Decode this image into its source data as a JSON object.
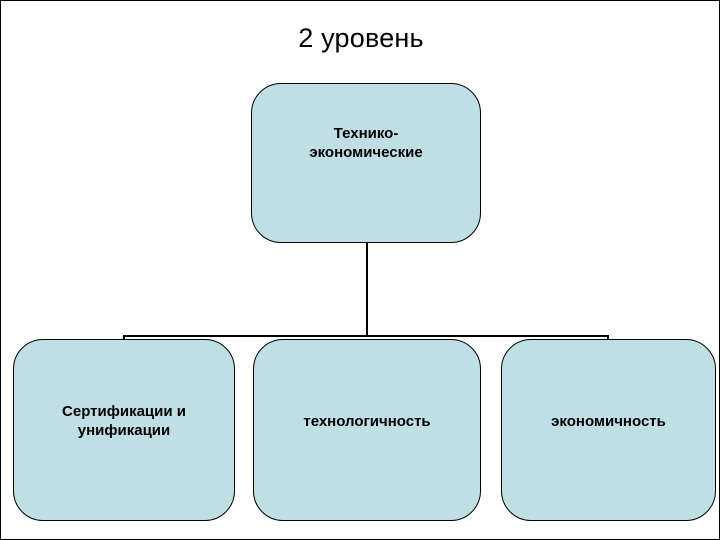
{
  "slide": {
    "title": "2 уровень",
    "background_color": "#ffffff",
    "border_color": "#000000"
  },
  "diagram": {
    "type": "hierarchy",
    "node_fill_color": "#bfdfe4",
    "node_border_color": "#000000",
    "connector_color": "#000000",
    "nodes": [
      {
        "id": "top",
        "label": "Технико-\nэкономические",
        "line1": "Технико-",
        "line2": "экономические",
        "level": 1
      },
      {
        "id": "left",
        "label": "Сертификации и унификации",
        "line1": "Сертификации и",
        "line2": "унификации",
        "level": 2
      },
      {
        "id": "mid",
        "label": "технологичность",
        "line1": "технологичность",
        "line2": "",
        "level": 2
      },
      {
        "id": "right",
        "label": "экономичность",
        "line1": "экономичность",
        "line2": "",
        "level": 2
      }
    ],
    "edges": [
      {
        "from": "top",
        "to": "left"
      },
      {
        "from": "top",
        "to": "mid"
      },
      {
        "from": "top",
        "to": "right"
      }
    ]
  }
}
